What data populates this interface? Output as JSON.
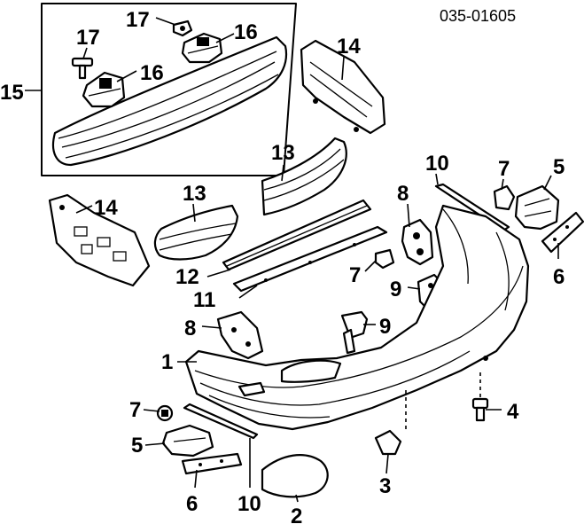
{
  "diagram_code": "035-01605",
  "callouts": {
    "c1": "1",
    "c2": "2",
    "c3": "3",
    "c4": "4",
    "c5a": "5",
    "c5b": "5",
    "c6a": "6",
    "c6b": "6",
    "c7a": "7",
    "c7b": "7",
    "c7c": "7",
    "c8a": "8",
    "c8b": "8",
    "c9a": "9",
    "c9b": "9",
    "c10a": "10",
    "c10b": "10",
    "c11": "11",
    "c12": "12",
    "c13a": "13",
    "c13b": "13",
    "c14a": "14",
    "c14b": "14",
    "c15": "15",
    "c16a": "16",
    "c16b": "16",
    "c17a": "17",
    "c17b": "17"
  }
}
